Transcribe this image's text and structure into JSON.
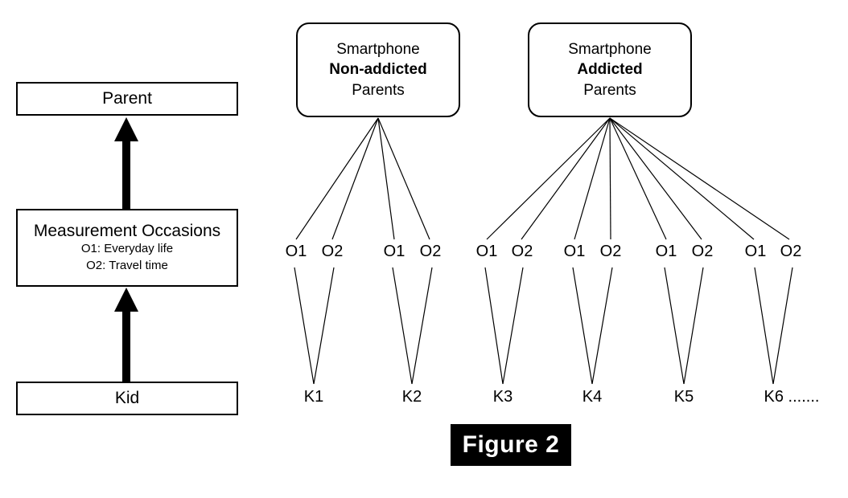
{
  "figure": {
    "caption": "Figure 2",
    "caption_bg": "#000000",
    "caption_fg": "#ffffff"
  },
  "left_panel": {
    "levels": [
      {
        "name": "parent",
        "title": "Parent",
        "sublines": []
      },
      {
        "name": "measurement-occasions",
        "title": "Measurement Occasions",
        "sublines": [
          "O1: Everyday life",
          "O2: Travel time"
        ]
      },
      {
        "name": "kid",
        "title": "Kid",
        "sublines": []
      }
    ],
    "measurement_line1": "O1: Everyday life",
    "measurement_line2": "O2: Travel time",
    "arrows": [
      {
        "name": "kid-to-measurement",
        "from": "Kid",
        "to": "Measurement Occasions",
        "direction": "up"
      },
      {
        "name": "measurement-to-parent",
        "from": "Measurement Occasions",
        "to": "Parent",
        "direction": "up"
      }
    ]
  },
  "right_panel": {
    "groups": [
      {
        "id": "non-addicted",
        "line1": "Smartphone",
        "line2": "Non-addicted",
        "line3": "Parents",
        "kid_count": 2
      },
      {
        "id": "addicted",
        "line1": "Smartphone",
        "line2": "Addicted",
        "line3": "Parents",
        "kid_count": 4
      }
    ],
    "occasion_labels": [
      "O1",
      "O2"
    ],
    "kids": [
      {
        "label": "K1",
        "group": "non-addicted"
      },
      {
        "label": "K2",
        "group": "non-addicted"
      },
      {
        "label": "K3",
        "group": "addicted"
      },
      {
        "label": "K4",
        "group": "addicted"
      },
      {
        "label": "K5",
        "group": "addicted"
      },
      {
        "label": "K6 .......",
        "group": "addicted"
      }
    ],
    "occasions_row": [
      "O1",
      "O2",
      "O1",
      "O2",
      "O1",
      "O2",
      "O1",
      "O2",
      "O1",
      "O2",
      "O1",
      "O2"
    ]
  },
  "style": {
    "line_color": "#000000",
    "box_fill": "#ffffff",
    "background": "#ffffff"
  }
}
